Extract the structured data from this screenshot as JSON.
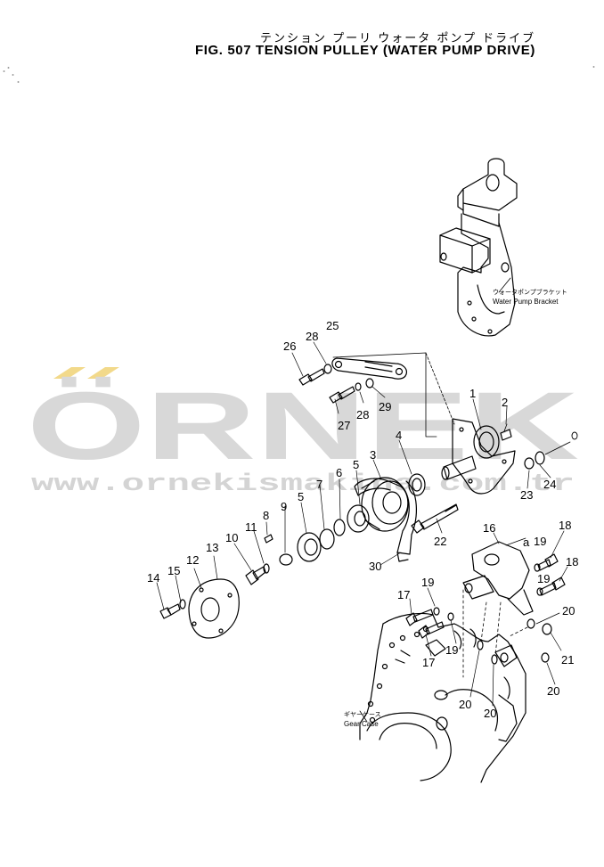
{
  "header": {
    "title_jp": "テンション プーリ  ウォータ ポンプ ドライブ",
    "title": "FIG. 507  TENSION PULLEY (WATER PUMP DRIVE)"
  },
  "watermark": {
    "logo": "ÖRNEK",
    "url": "www.ornekismakina.com.tr",
    "colors": {
      "logo": "#d8d8d8",
      "accent": "#f2d98a"
    }
  },
  "callouts": {
    "water_pump_bracket_jp": "ウォータポンプブラケット",
    "water_pump_bracket": "Water Pump Bracket",
    "gear_case_jp": "ギヤーケース",
    "gear_case": "Gear Case"
  },
  "part_numbers": {
    "p1": "1",
    "p2": "2",
    "p3": "3",
    "p4": "4",
    "p5a": "5",
    "p5b": "5",
    "p6": "6",
    "p7": "7",
    "p8": "8",
    "p9": "9",
    "p10": "10",
    "p11": "11",
    "p12": "12",
    "p13": "13",
    "p14": "14",
    "p15": "15",
    "p16": "16",
    "p16a": "a",
    "p17a": "17",
    "p17b": "17",
    "p18a": "18",
    "p18b": "18",
    "p19a": "19",
    "p19b": "19",
    "p19c": "19",
    "p19d": "19",
    "p20a": "20",
    "p20b": "20",
    "p20c": "20",
    "p20d": "20",
    "p21": "21",
    "p22": "22",
    "p23": "23",
    "p24": "24",
    "p25": "25",
    "p26": "26",
    "p27": "27",
    "p28a": "28",
    "p28b": "28",
    "p29": "29",
    "p30": "30"
  }
}
